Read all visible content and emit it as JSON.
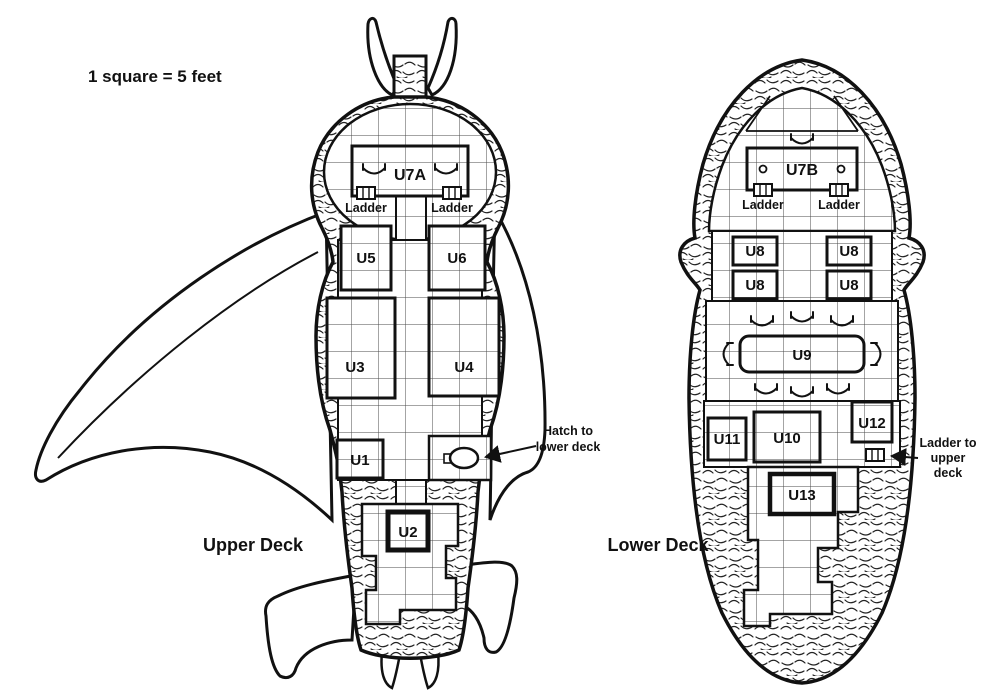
{
  "scale_note": "1 square = 5 feet",
  "upper_deck": {
    "title": "Upper Deck",
    "rooms": {
      "u7a": "U7A",
      "u5": "U5",
      "u6": "U6",
      "u3": "U3",
      "u4": "U4",
      "u1": "U1",
      "u2": "U2"
    },
    "ladder_label": "Ladder",
    "hatch_note_lines": [
      "Hatch to",
      "lower deck"
    ]
  },
  "lower_deck": {
    "title": "Lower Deck",
    "rooms": {
      "u7b": "U7B",
      "u8": "U8",
      "u9": "U9",
      "u10": "U10",
      "u11": "U11",
      "u12": "U12",
      "u13": "U13"
    },
    "ladder_label": "Ladder",
    "ladder_note_lines": [
      "Ladder to",
      "upper",
      "deck"
    ]
  },
  "icons": {
    "hammock": "⌣",
    "ladder": "▤",
    "hatch": "⬭",
    "porthole": "○",
    "arrow": "→"
  },
  "colors": {
    "ink": "#111111",
    "paper": "#ffffff"
  }
}
